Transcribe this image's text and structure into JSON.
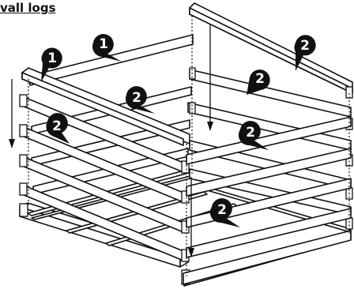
{
  "heading": "vall logs",
  "callouts": {
    "c1": "1",
    "c2": "2",
    "c3": "2",
    "c4": "2",
    "c5": "1",
    "c6": "2",
    "c7": "2",
    "c8": "2"
  },
  "icons": [
    "down-arrow-icon"
  ]
}
